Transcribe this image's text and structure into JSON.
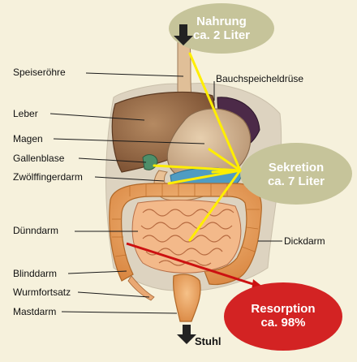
{
  "colors": {
    "background": "#f6f1dc",
    "bubble_green": "#c6c49a",
    "bubble_red": "#d32323",
    "bubble_text_light": "#ffffff",
    "arrow_yellow": "#ffee00",
    "arrow_red": "#cc1111"
  },
  "bubbles": {
    "nahrung": {
      "line1": "Nahrung",
      "line2": "ca. 2 Liter"
    },
    "sekretion": {
      "line1": "Sekretion",
      "line2": "ca. 7 Liter"
    },
    "resorption": {
      "line1": "Resorption",
      "line2": "ca. 98%"
    }
  },
  "labels": {
    "speiseroehre": "Speiseröhre",
    "bauchspeicheldruese": "Bauchspeicheldrüse",
    "leber": "Leber",
    "magen": "Magen",
    "gallenblase": "Gallenblase",
    "zwoelffingerdarm": "Zwölffingerdarm",
    "duenndarm": "Dünndarm",
    "dickdarm": "Dickdarm",
    "blinddarm": "Blinddarm",
    "wurmfortsatz": "Wurmfortsatz",
    "mastdarm": "Mastdarm",
    "stuhl": "Stuhl"
  }
}
